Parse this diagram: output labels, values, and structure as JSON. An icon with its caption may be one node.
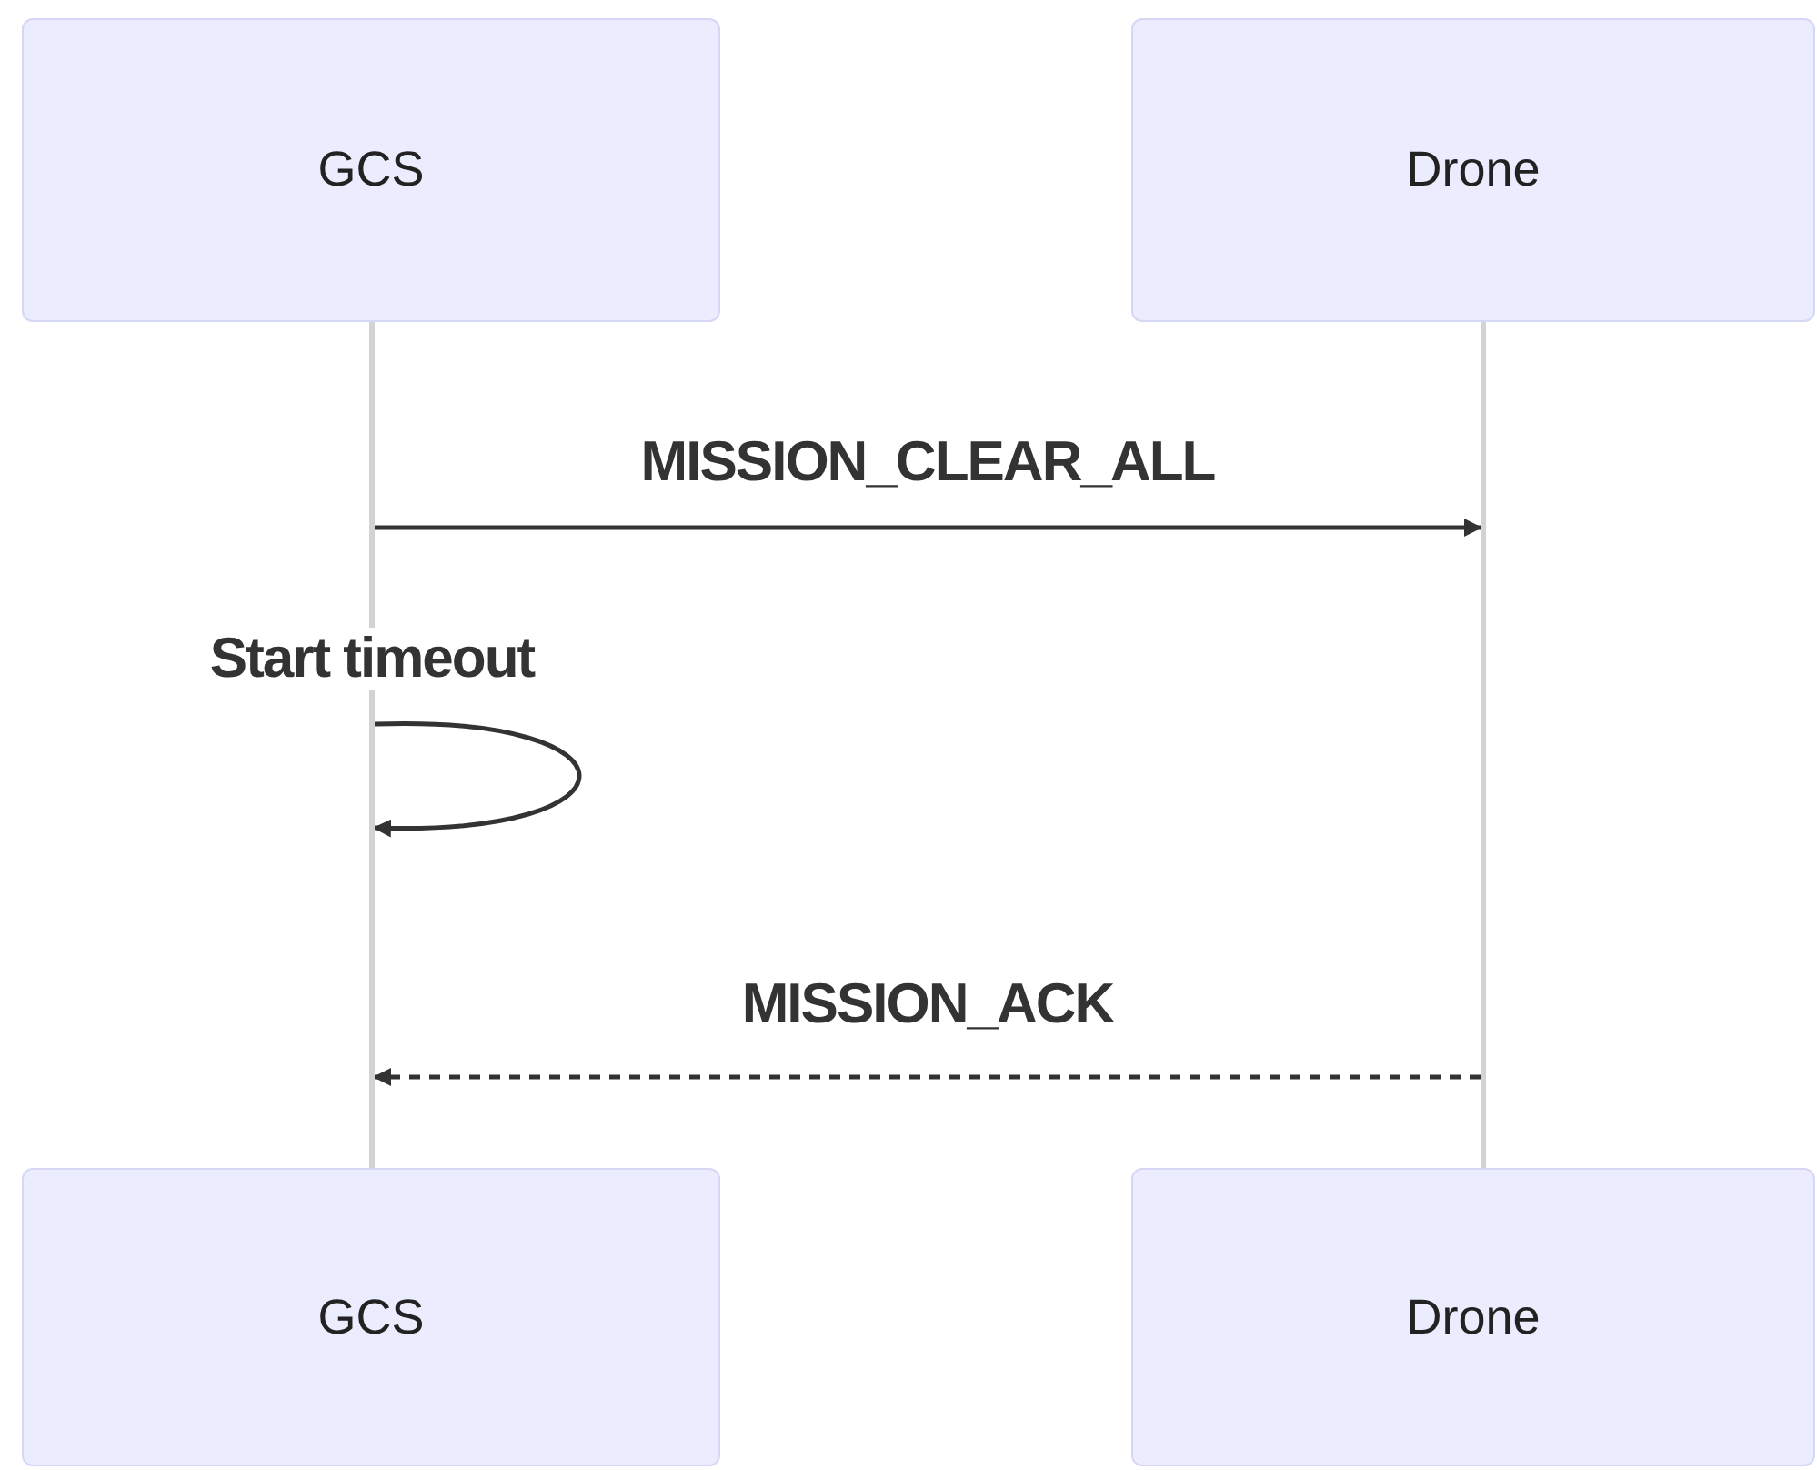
{
  "diagram": {
    "nodes": [
      {
        "text": [
          "GCS"
        ]
      },
      {
        "text": [
          "Drone"
        ]
      },
      {
        "text": [
          "GCS"
        ]
      },
      {
        "text": [
          "Drone"
        ]
      },
      {
        "text": [],
        "shape": "bar"
      },
      {
        "text": [],
        "shape": "bar"
      }
    ],
    "edges": [
      {
        "from": 4,
        "to": 5,
        "arrow": "to",
        "label": "MISSION_CLEAR_ALL"
      },
      {
        "from": 4,
        "to": 4,
        "arrow": "to",
        "label": "Start timeout"
      },
      {
        "from": 5,
        "to": 4,
        "arrow": "to",
        "label": "MISSION_ACK",
        "style": "dashed"
      }
    ]
  }
}
